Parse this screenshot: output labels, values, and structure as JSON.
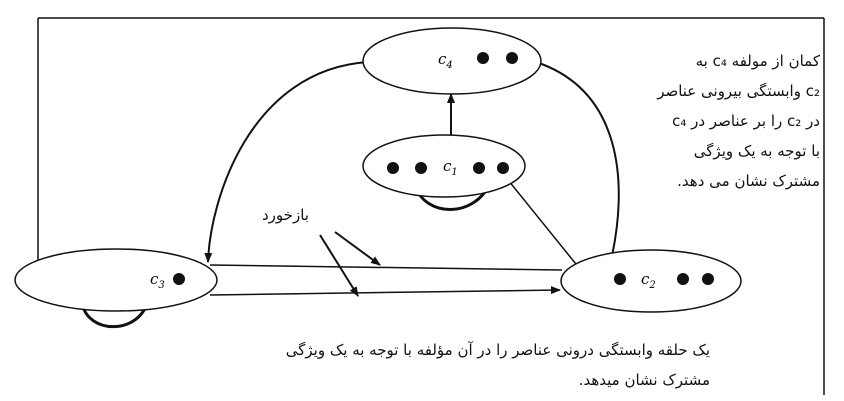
{
  "diagram": {
    "nodes": {
      "c1": {
        "label": "c",
        "sub": "1"
      },
      "c2": {
        "label": "c",
        "sub": "2"
      },
      "c3": {
        "label": "c",
        "sub": "3"
      },
      "c4": {
        "label": "c",
        "sub": "4"
      }
    },
    "feedback_label": "بازخورد",
    "note_top": [
      "کمان از مولفه c₄ به",
      "c₂ وابستگی بیرونی عناصر",
      "در c₂ را بر عناصر در c₄",
      "با توجه به یک ویژگی",
      "مشترک نشان می دهد."
    ],
    "note_bottom": [
      "یک حلقه وابستگی درونی عناصر را در آن مؤلفه با توجه به یک ویژگی",
      "مشترک نشان میدهد."
    ]
  }
}
